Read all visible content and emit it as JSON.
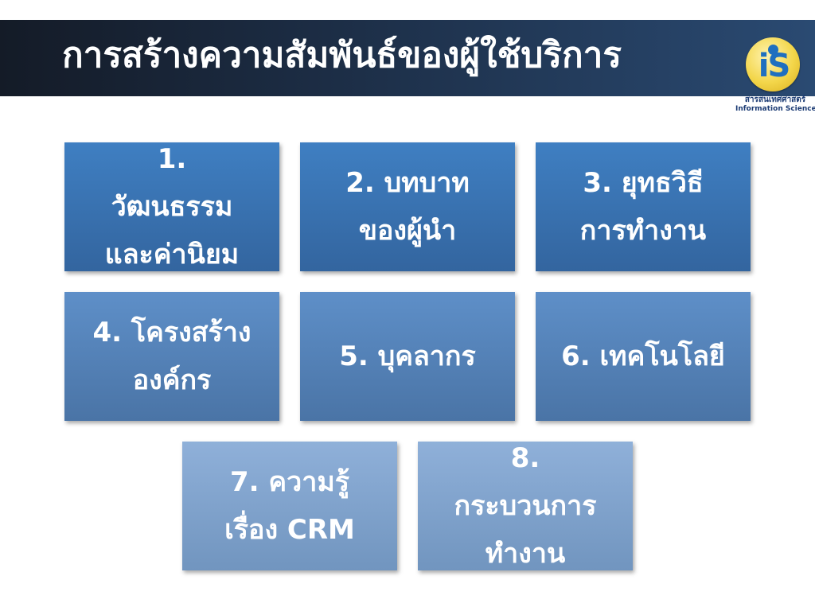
{
  "slide": {
    "title": "การสร้างความสัมพันธ์ของผู้ใช้บริการ",
    "logo": {
      "mark": "iS",
      "name_th": "สารสนเทศศาสตร์",
      "name_en": "Information Science"
    },
    "boxes": [
      {
        "label": "1.\nวัฒนธรรม\nและค่านิยม"
      },
      {
        "label": "2. บทบาท\nของผู้นำ"
      },
      {
        "label": "3. ยุทธวิธี\nการทำงาน"
      },
      {
        "label": "4. โครงสร้าง\nองค์กร"
      },
      {
        "label": "5. บุคลากร"
      },
      {
        "label": "6. เทคโนโลยี"
      },
      {
        "label": "7. ความรู้\nเรื่อง CRM"
      },
      {
        "label": "8.\nกระบวนการ\nทำงาน"
      }
    ]
  }
}
